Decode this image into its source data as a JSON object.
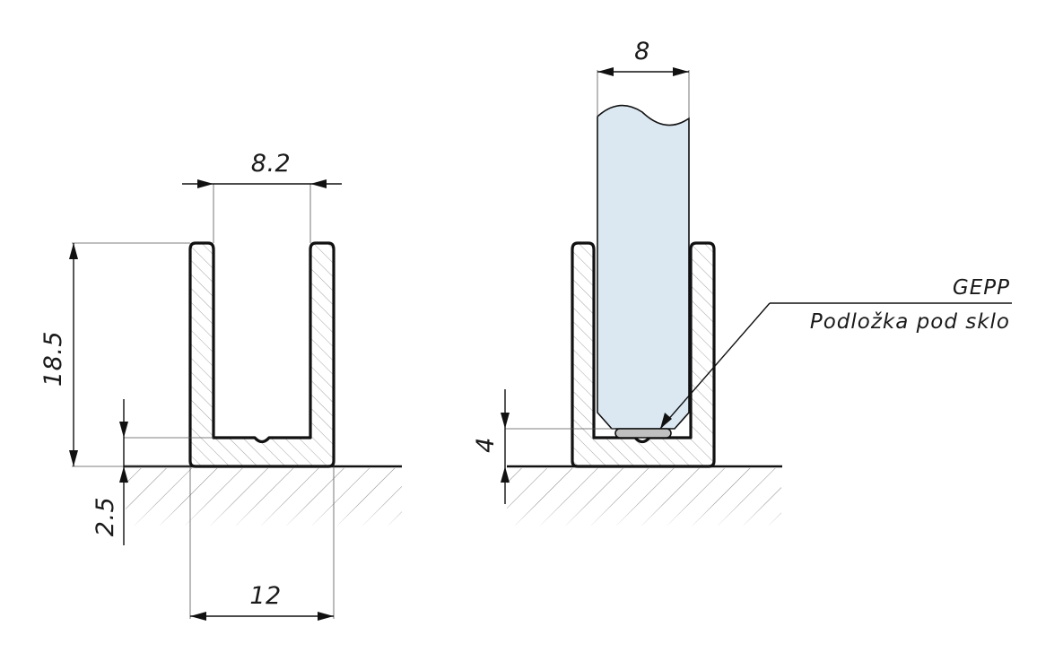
{
  "left_view": {
    "dimensions": {
      "inner_width": "8.2",
      "height": "18.5",
      "base": "2.5",
      "outer_width": "12"
    }
  },
  "right_view": {
    "dimensions": {
      "glass_thickness": "8",
      "pad_height": "4"
    },
    "callout": {
      "line1": "GEPP",
      "line2": "Podložka pod sklo"
    }
  },
  "colors": {
    "glass": "#dbe8f2",
    "pad": "#c0c0c0",
    "line": "#111111"
  }
}
